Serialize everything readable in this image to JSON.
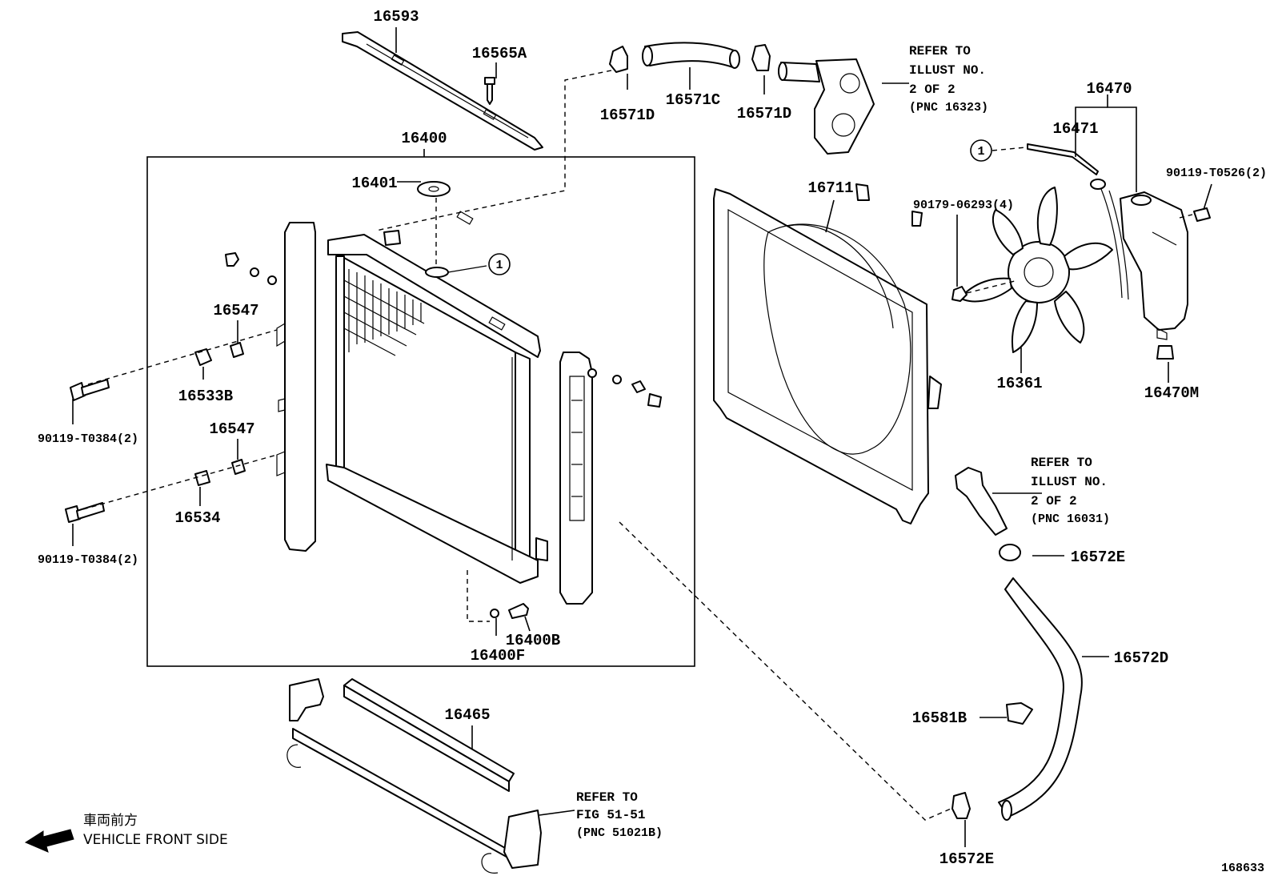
{
  "diagram": {
    "figure_id": "168633",
    "parts": {
      "p16593": "16593",
      "p16565A": "16565A",
      "p16400": "16400",
      "p16401": "16401",
      "p16547a": "16547",
      "p16547b": "16547",
      "p16533B": "16533B",
      "p16534": "16534",
      "p90119_T0384_a": "90119-T0384(2)",
      "p90119_T0384_b": "90119-T0384(2)",
      "p16400B": "16400B",
      "p16400F": "16400F",
      "p16465": "16465",
      "p16571D_a": "16571D",
      "p16571C": "16571C",
      "p16571D_b": "16571D",
      "p16711": "16711",
      "p16470": "16470",
      "p16471": "16471",
      "p90119_T0526": "90119-T0526(2)",
      "p90179_06293": "90179-06293(4)",
      "p16361": "16361",
      "p16470M": "16470M",
      "p16572E_a": "16572E",
      "p16572D": "16572D",
      "p16581B": "16581B",
      "p16572E_b": "16572E"
    },
    "callout_marker": "1",
    "refs": {
      "top": [
        "REFER TO",
        "ILLUST NO.",
        "2 OF 2",
        "(PNC 16323)"
      ],
      "mid": [
        "REFER TO",
        "ILLUST NO.",
        "2 OF 2",
        "(PNC 16031)"
      ],
      "bottom": [
        "REFER TO",
        "FIG 51-51",
        "(PNC 51021B)"
      ]
    },
    "legend": {
      "japanese": "車両前方",
      "english": "VEHICLE FRONT SIDE"
    }
  }
}
